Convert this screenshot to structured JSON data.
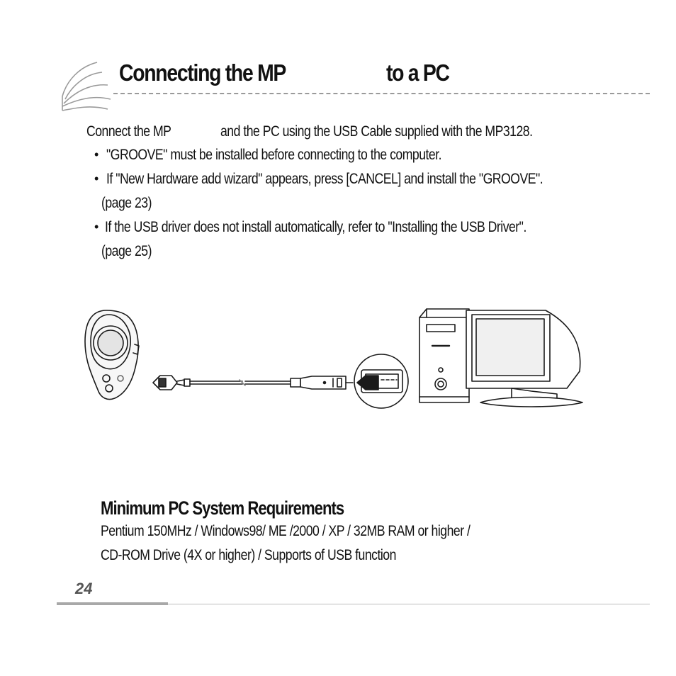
{
  "header": {
    "title_part1": "Connecting the MP",
    "title_part2": "to a PC"
  },
  "intro": {
    "part1": "Connect the MP",
    "part2": "and the PC using the USB Cable supplied with the MP3128."
  },
  "notes": [
    {
      "bullet": "•",
      "lines": [
        "\"GROOVE\" must be installed before connecting to the computer."
      ]
    },
    {
      "bullet": "•",
      "lines": [
        "If \"New Hardware add wizard\" appears, press [CANCEL] and install the  \"GROOVE\".",
        "(page 23)"
      ]
    },
    {
      "bullet": "•",
      "lines": [
        "If the USB driver does not install automatically, refer to  \"Installing the USB Driver\".",
        "(page 25)"
      ]
    }
  ],
  "requirements": {
    "heading": "Minimum PC System Requirements",
    "line1": "Pentium 150MHz  /  Windows98/ ME /2000 / XP / 32MB RAM or higher /",
    "line2": "CD-ROM Drive (4X or higher)  /  Supports of USB function"
  },
  "footer": {
    "page_number": "24"
  },
  "colors": {
    "rule_gray": "#9a9a9a",
    "footer_gray": "#a8a8a8",
    "ink": "#111111"
  }
}
